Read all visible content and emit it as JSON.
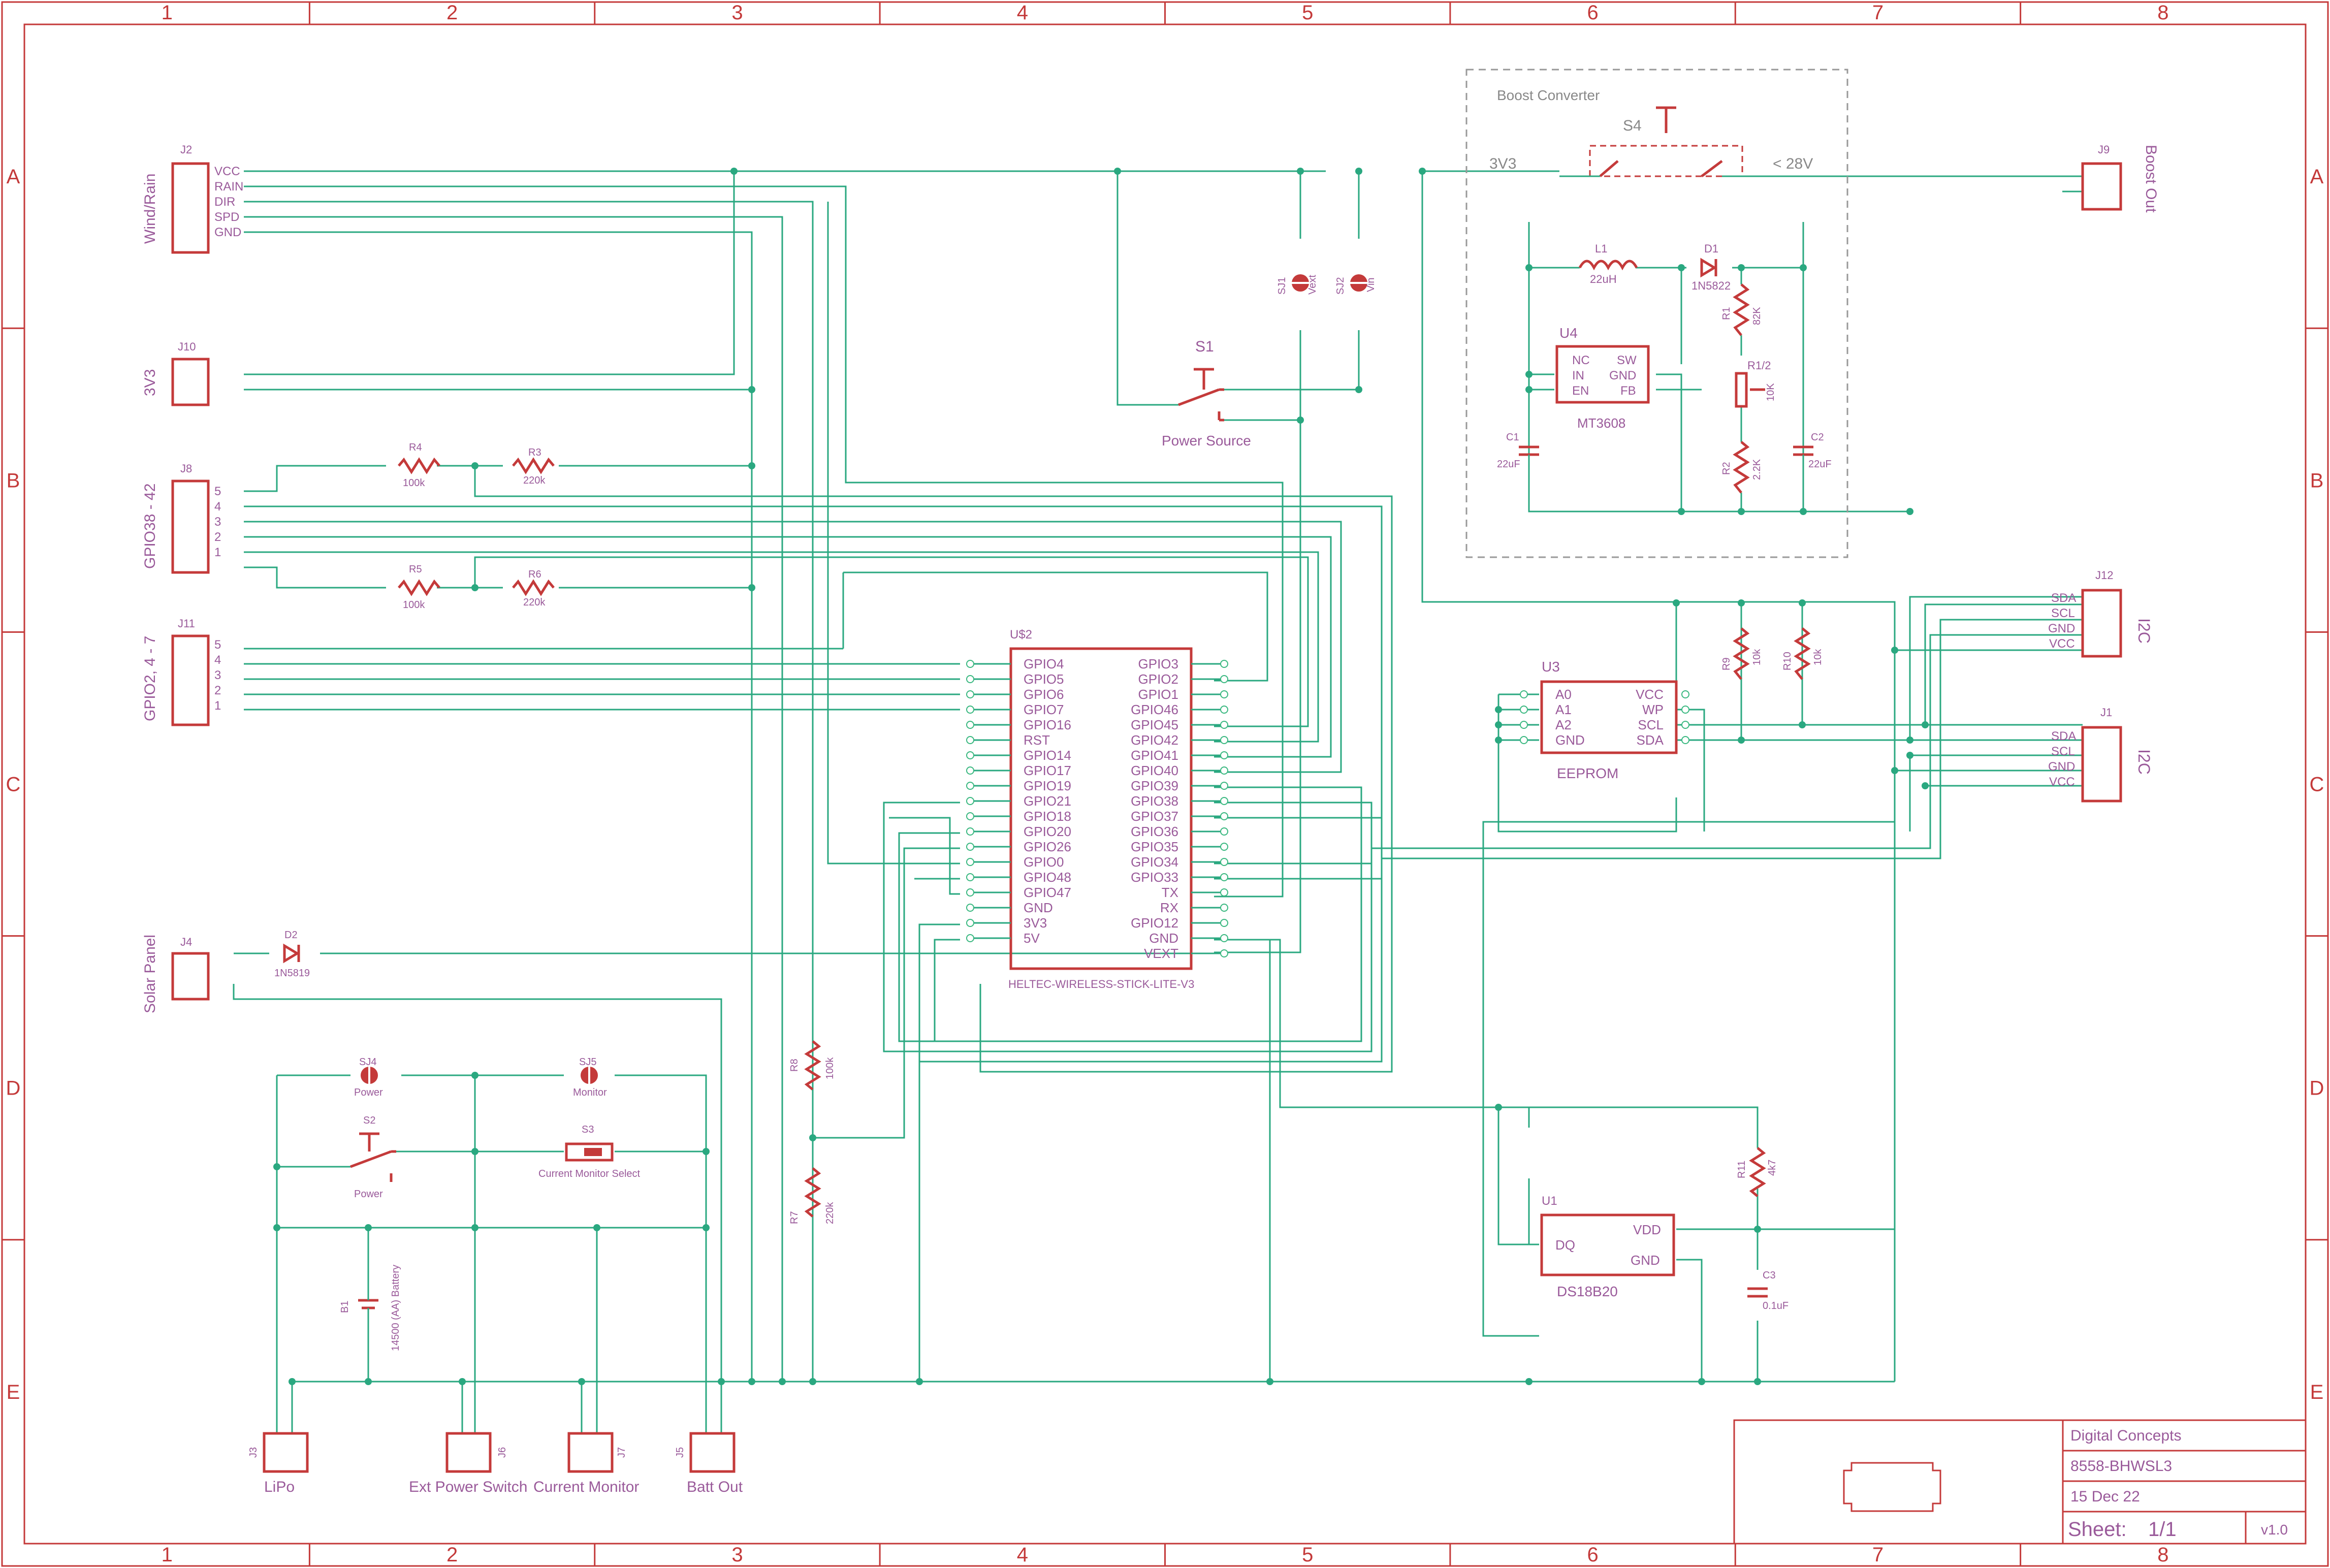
{
  "colors": {
    "frame": "#c43a3a",
    "wire": "#2aa880",
    "label": "#9a5a9a",
    "pin": "#3ab880",
    "junction": "#2aa880",
    "dash": "#999999"
  },
  "frame": {
    "columns": [
      "1",
      "2",
      "3",
      "4",
      "5",
      "6",
      "7",
      "8"
    ],
    "rows": [
      "A",
      "B",
      "C",
      "D",
      "E"
    ]
  },
  "title_block": {
    "company": "Digital Concepts",
    "project": "8558-BHWSL3",
    "date": "15 Dec 22",
    "sheet_label": "Sheet:",
    "sheet_value": "1/1",
    "version": "v1.0"
  },
  "boost": {
    "title": "Boost Converter",
    "switch": "S4",
    "in_label": "3V3",
    "out_label": "< 28V"
  },
  "connectors": {
    "j2": {
      "ref": "J2",
      "name": "Wind/Rain",
      "pins": [
        "VCC",
        "RAIN",
        "DIR",
        "SPD",
        "GND"
      ]
    },
    "j10": {
      "ref": "J10",
      "name": "3V3"
    },
    "j8": {
      "ref": "J8",
      "name": "GPIO38 - 42",
      "pins": [
        "5",
        "4",
        "3",
        "2",
        "1"
      ]
    },
    "j11": {
      "ref": "J11",
      "name": "GPIO2, 4 - 7",
      "pins": [
        "5",
        "4",
        "3",
        "2",
        "1"
      ]
    },
    "j4": {
      "ref": "J4",
      "name": "Solar Panel"
    },
    "j9": {
      "ref": "J9",
      "name": "Boost Out"
    },
    "j12": {
      "ref": "J12",
      "name": "I2C",
      "pins": [
        "SDA",
        "SCL",
        "GND",
        "VCC"
      ]
    },
    "j1": {
      "ref": "J1",
      "name": "I2C",
      "pins": [
        "SDA",
        "SCL",
        "GND",
        "VCC"
      ]
    },
    "j3": {
      "ref": "J3",
      "name": "LiPo"
    },
    "j6": {
      "ref": "J6",
      "name": "Ext Power Switch"
    },
    "j7": {
      "ref": "J7",
      "name": "Current Monitor"
    },
    "j5": {
      "ref": "J5",
      "name": "Batt Out"
    }
  },
  "parts": {
    "r4": {
      "ref": "R4",
      "value": "100k"
    },
    "r3": {
      "ref": "R3",
      "value": "220k"
    },
    "r5": {
      "ref": "R5",
      "value": "100k"
    },
    "r6": {
      "ref": "R6",
      "value": "220k"
    },
    "r8": {
      "ref": "R8",
      "value": "100k"
    },
    "r7": {
      "ref": "R7",
      "value": "220k"
    },
    "r1": {
      "ref": "R1",
      "value": "82K"
    },
    "r12": {
      "ref": "R1/2",
      "value": "10K"
    },
    "r2": {
      "ref": "R2",
      "value": "2.2K"
    },
    "r9": {
      "ref": "R9",
      "value": "10k"
    },
    "r10": {
      "ref": "R10",
      "value": "10k"
    },
    "r11": {
      "ref": "R11",
      "value": "4k7"
    },
    "l1": {
      "ref": "L1",
      "value": "22uH"
    },
    "d1": {
      "ref": "D1",
      "value": "1N5822"
    },
    "d2": {
      "ref": "D2",
      "value": "1N5819"
    },
    "c1": {
      "ref": "C1",
      "value": "22uF"
    },
    "c2": {
      "ref": "C2",
      "value": "22uF"
    },
    "c3": {
      "ref": "C3",
      "value": "0.1uF"
    },
    "sj1": {
      "ref": "SJ1",
      "value": "Vext"
    },
    "sj2": {
      "ref": "SJ2",
      "value": "Vin"
    },
    "sj4": {
      "ref": "SJ4",
      "value": "Power"
    },
    "sj5": {
      "ref": "SJ5",
      "value": "Monitor"
    },
    "s1": {
      "ref": "S1",
      "value": "Power Source"
    },
    "s2": {
      "ref": "S2",
      "value": "Power"
    },
    "s3": {
      "ref": "S3",
      "value": "Current Monitor Select"
    },
    "b1": {
      "ref": "B1",
      "value": "14500 (AA) Battery"
    },
    "u4": {
      "ref": "U4",
      "value": "MT3608",
      "pins_left": [
        "NC",
        "IN",
        "EN"
      ],
      "pins_right": [
        "SW",
        "GND",
        "FB"
      ]
    },
    "u3": {
      "ref": "U3",
      "value": "EEPROM",
      "pins_left": [
        "A0",
        "A1",
        "A2",
        "GND"
      ],
      "pins_right": [
        "VCC",
        "WP",
        "SCL",
        "SDA"
      ]
    },
    "u1": {
      "ref": "U1",
      "value": "DS18B20",
      "pins_left": [
        "DQ"
      ],
      "pins_right": [
        "VDD",
        "GND"
      ]
    },
    "u2": {
      "ref": "U$2",
      "value": "HELTEC-WIRELESS-STICK-LITE-V3",
      "pins_left": [
        "GPIO4",
        "GPIO5",
        "GPIO6",
        "GPIO7",
        "GPIO16",
        "RST",
        "GPIO14",
        "GPIO17",
        "GPIO19",
        "GPIO21",
        "GPIO18",
        "GPIO20",
        "GPIO26",
        "GPIO0",
        "GPIO48",
        "GPIO47",
        "GND",
        "3V3",
        "5V"
      ],
      "pins_right": [
        "GPIO3",
        "GPIO2",
        "GPIO1",
        "GPIO46",
        "GPIO45",
        "GPIO42",
        "GPIO41",
        "GPIO40",
        "GPIO39",
        "GPIO38",
        "GPIO37",
        "GPIO36",
        "GPIO35",
        "GPIO34",
        "GPIO33",
        "TX",
        "RX",
        "GPIO12",
        "GND",
        "VEXT"
      ]
    }
  }
}
